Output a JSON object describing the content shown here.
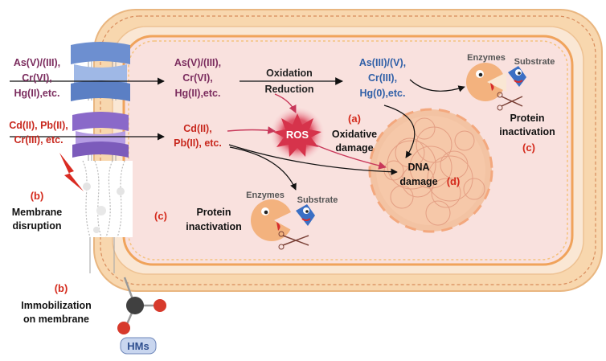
{
  "labels": {
    "outside_metals_1": [
      "As(V)/(III),",
      "Cr(VI),",
      "Hg(II),etc."
    ],
    "outside_metals_2": [
      "Cd(II), Pb(II),",
      "Cr(III), etc."
    ],
    "inside_metals_1": [
      "As(V)/(III),",
      "Cr(VI),",
      "Hg(II),etc."
    ],
    "inside_metals_2": [
      "Cd(II),",
      "Pb(II), etc."
    ],
    "reduced_metals": [
      "As(III)/(V),",
      "Cr(III),",
      "Hg(0),etc."
    ],
    "oxidation": "Oxidation",
    "reduction": "Reduction",
    "ros": "ROS",
    "oxidative_tag": "(a)",
    "oxidative_damage": [
      "Oxidative",
      "damage"
    ],
    "dna_damage": [
      "DNA",
      "damage"
    ],
    "dna_tag": "(d)",
    "enzymes": "Enzymes",
    "substrate": "Substrate",
    "protein_inactivation": [
      "Protein",
      "inactivation"
    ],
    "protein_tag": "(c)",
    "membrane_tag": "(b)",
    "membrane_disruption": [
      "Membrane",
      "disruption"
    ],
    "immobilization_tag": "(b)",
    "immobilization": [
      "Immobilization",
      "on membrane"
    ],
    "hms": "HMs"
  },
  "colors": {
    "cytoplasm": "#f9e1de",
    "cell_wall": "#f5cfa3",
    "membrane_blue": "#5b7fc4",
    "membrane_purple": "#8a69c9",
    "accent_red": "#c8281e",
    "dna_core": "#f3b392"
  }
}
